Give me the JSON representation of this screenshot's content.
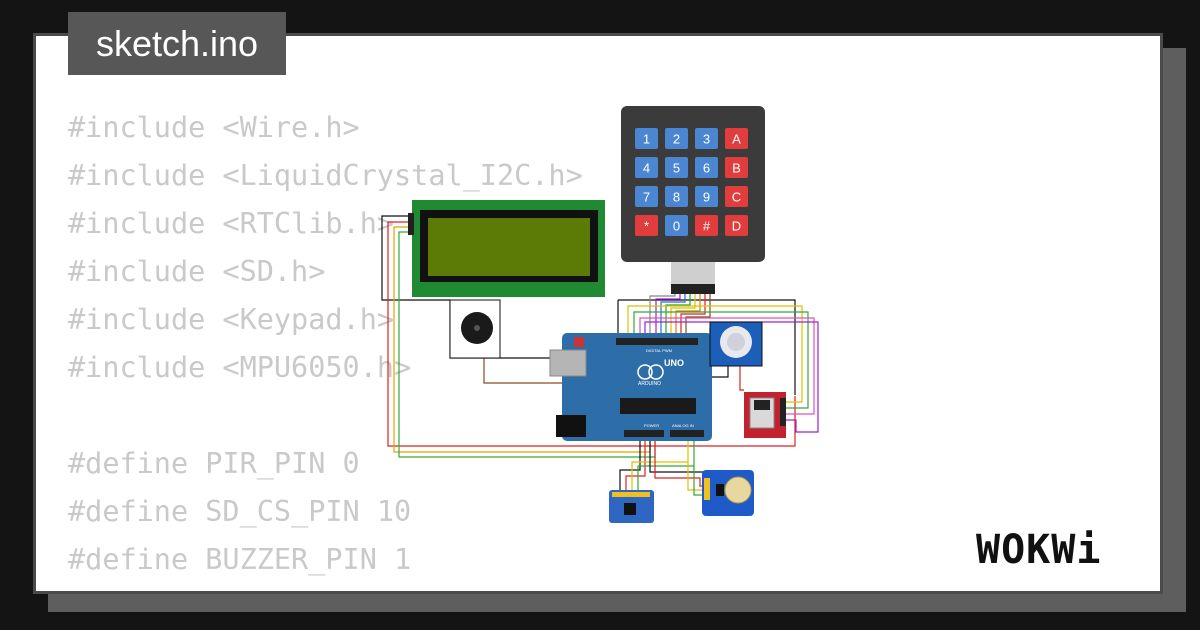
{
  "filename": "sketch.ino",
  "code_lines": [
    "#include <Wire.h>",
    "#include <LiquidCrystal_I2C.h>",
    "#include <RTClib.h>",
    "#include <SD.h>",
    "#include <Keypad.h>",
    "#include <MPU6050.h>",
    "",
    "#define PIR_PIN 0",
    "#define SD_CS_PIN 10",
    "#define BUZZER_PIN 1"
  ],
  "keypad": {
    "keys": [
      "1",
      "2",
      "3",
      "A",
      "4",
      "5",
      "6",
      "B",
      "7",
      "8",
      "9",
      "C",
      "*",
      "0",
      "#",
      "D"
    ]
  },
  "arduino": {
    "model": "UNO",
    "brand": "ARDUINO",
    "digital_label": "DIGITAL PWM",
    "power_label": "POWER",
    "analog_label": "ANALOG IN"
  },
  "logo": "WOKWi",
  "colors": {
    "lcd_pcb": "#1f8a31",
    "lcd_screen": "#5c7a06",
    "arduino": "#2e6ea8",
    "keypad_body": "#3b3b3b",
    "key_blue": "#4a86d1",
    "key_red": "#e23d3d",
    "sd_board": "#c0222f",
    "rtc_board": "#1f5bc8",
    "mpu_board": "#2e66c2"
  }
}
